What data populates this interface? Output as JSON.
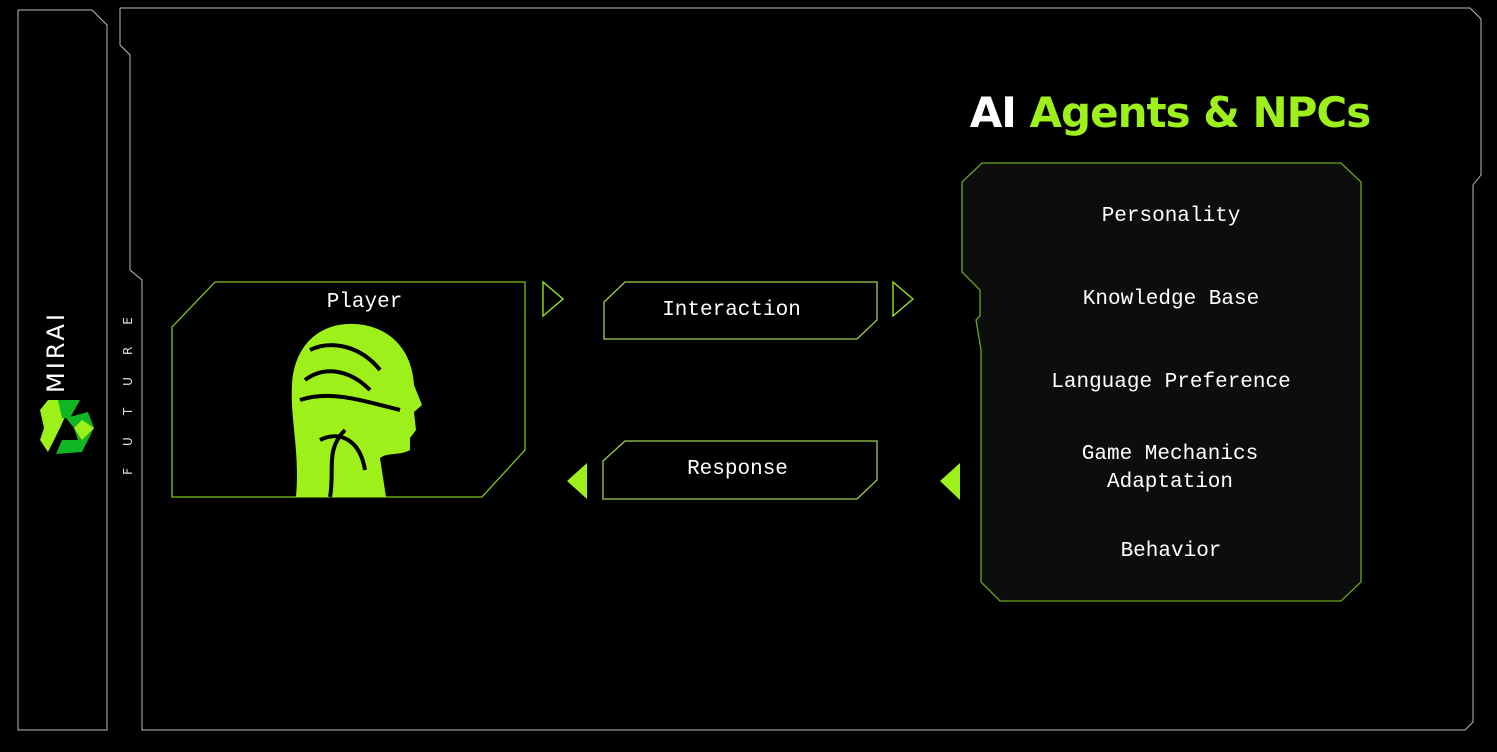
{
  "brand": {
    "name": "MIRAI",
    "tagline": "FUTURE"
  },
  "title": {
    "prefix": "AI",
    "highlight": "Agents & NPCs"
  },
  "player": {
    "label": "Player"
  },
  "flow": {
    "interaction": "Interaction",
    "response": "Response"
  },
  "agent_attributes": [
    "Personality",
    "Knowledge Base",
    "Language Preference",
    "Game Mechanics Adaptation",
    "Behavior"
  ],
  "colors": {
    "accent": "#9ef01a",
    "accent_dark": "#12b524",
    "outline": "#6aa51a",
    "panel": "#0d0d0d"
  }
}
